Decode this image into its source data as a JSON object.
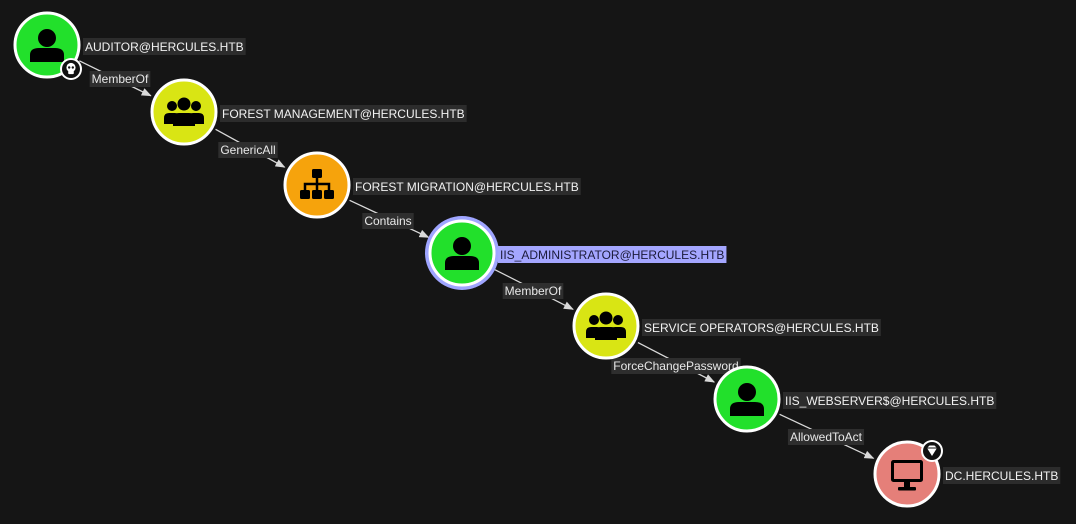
{
  "colors": {
    "user": "#22e02b",
    "group": "#d9e514",
    "ou": "#f6a30c",
    "computer": "#e57f79",
    "selected": "#a4a6ff"
  },
  "nodes": [
    {
      "id": "n1",
      "label": "AUDITOR@HERCULES.HTB",
      "kind": "user",
      "icon": "user-icon",
      "badge": "skull-icon"
    },
    {
      "id": "n2",
      "label": "FOREST MANAGEMENT@HERCULES.HTB",
      "kind": "group",
      "icon": "group-icon"
    },
    {
      "id": "n3",
      "label": "FOREST MIGRATION@HERCULES.HTB",
      "kind": "ou",
      "icon": "org-tree-icon"
    },
    {
      "id": "n4",
      "label": "IIS_ADMINISTRATOR@HERCULES.HTB",
      "kind": "user",
      "icon": "user-icon",
      "selected": true
    },
    {
      "id": "n5",
      "label": "SERVICE OPERATORS@HERCULES.HTB",
      "kind": "group",
      "icon": "group-icon"
    },
    {
      "id": "n6",
      "label": "IIS_WEBSERVER$@HERCULES.HTB",
      "kind": "user",
      "icon": "user-icon"
    },
    {
      "id": "n7",
      "label": "DC.HERCULES.HTB",
      "kind": "computer",
      "icon": "monitor-icon",
      "badge": "gem-icon"
    }
  ],
  "edges": [
    {
      "from": "n1",
      "to": "n2",
      "label": "MemberOf"
    },
    {
      "from": "n2",
      "to": "n3",
      "label": "GenericAll"
    },
    {
      "from": "n3",
      "to": "n4",
      "label": "Contains"
    },
    {
      "from": "n4",
      "to": "n5",
      "label": "MemberOf"
    },
    {
      "from": "n5",
      "to": "n6",
      "label": "ForceChangePassword"
    },
    {
      "from": "n6",
      "to": "n7",
      "label": "AllowedToAct"
    }
  ]
}
